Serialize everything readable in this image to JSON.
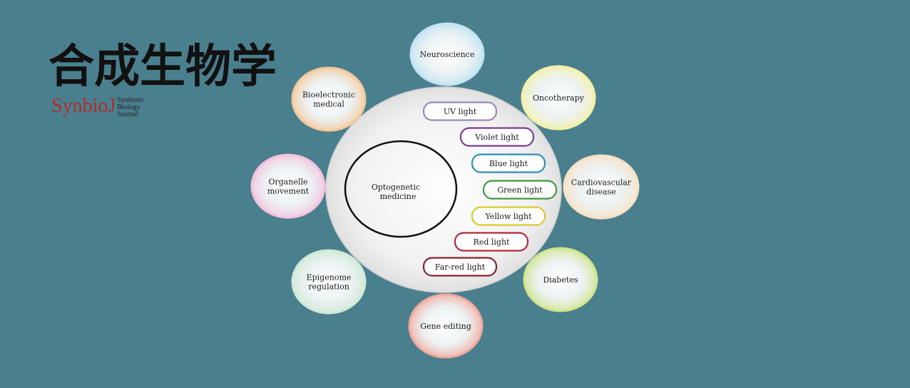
{
  "logo": {
    "title": "合成生物学",
    "brand_main": "Synbio",
    "brand_j": "J",
    "brand_sub": [
      "Synthetic",
      "Biology",
      "Journal"
    ]
  },
  "diagram": {
    "core": {
      "label_lines": [
        "Optogenetic",
        "medicine"
      ]
    },
    "lights": [
      {
        "label": "UV light",
        "color": "#9b8ab2"
      },
      {
        "label": "Violet light",
        "color": "#7b3e8a"
      },
      {
        "label": "Blue light",
        "color": "#2e8fb0"
      },
      {
        "label": "Green light",
        "color": "#3e9a3c"
      },
      {
        "label": "Yellow light",
        "color": "#d9c92c"
      },
      {
        "label": "Red light",
        "color": "#b02a3a"
      },
      {
        "label": "Far-red light",
        "color": "#8a2030"
      }
    ],
    "applications": [
      {
        "lines": [
          "Neuroscience"
        ],
        "color": "#bfe3f2"
      },
      {
        "lines": [
          "Oncotherapy"
        ],
        "color": "#f2f0a6"
      },
      {
        "lines": [
          "Cardiovascular",
          "disease"
        ],
        "color": "#f6e2c4"
      },
      {
        "lines": [
          "Diabetes"
        ],
        "color": "#cfe48a"
      },
      {
        "lines": [
          "Gene editing"
        ],
        "color": "#f0a99b"
      },
      {
        "lines": [
          "Epigenome",
          "regulation"
        ],
        "color": "#cfe8d4"
      },
      {
        "lines": [
          "Organelle",
          "movement"
        ],
        "color": "#f1c2dc"
      },
      {
        "lines": [
          "Bioelectronic",
          "medical"
        ],
        "color": "#f3c89a"
      }
    ]
  }
}
